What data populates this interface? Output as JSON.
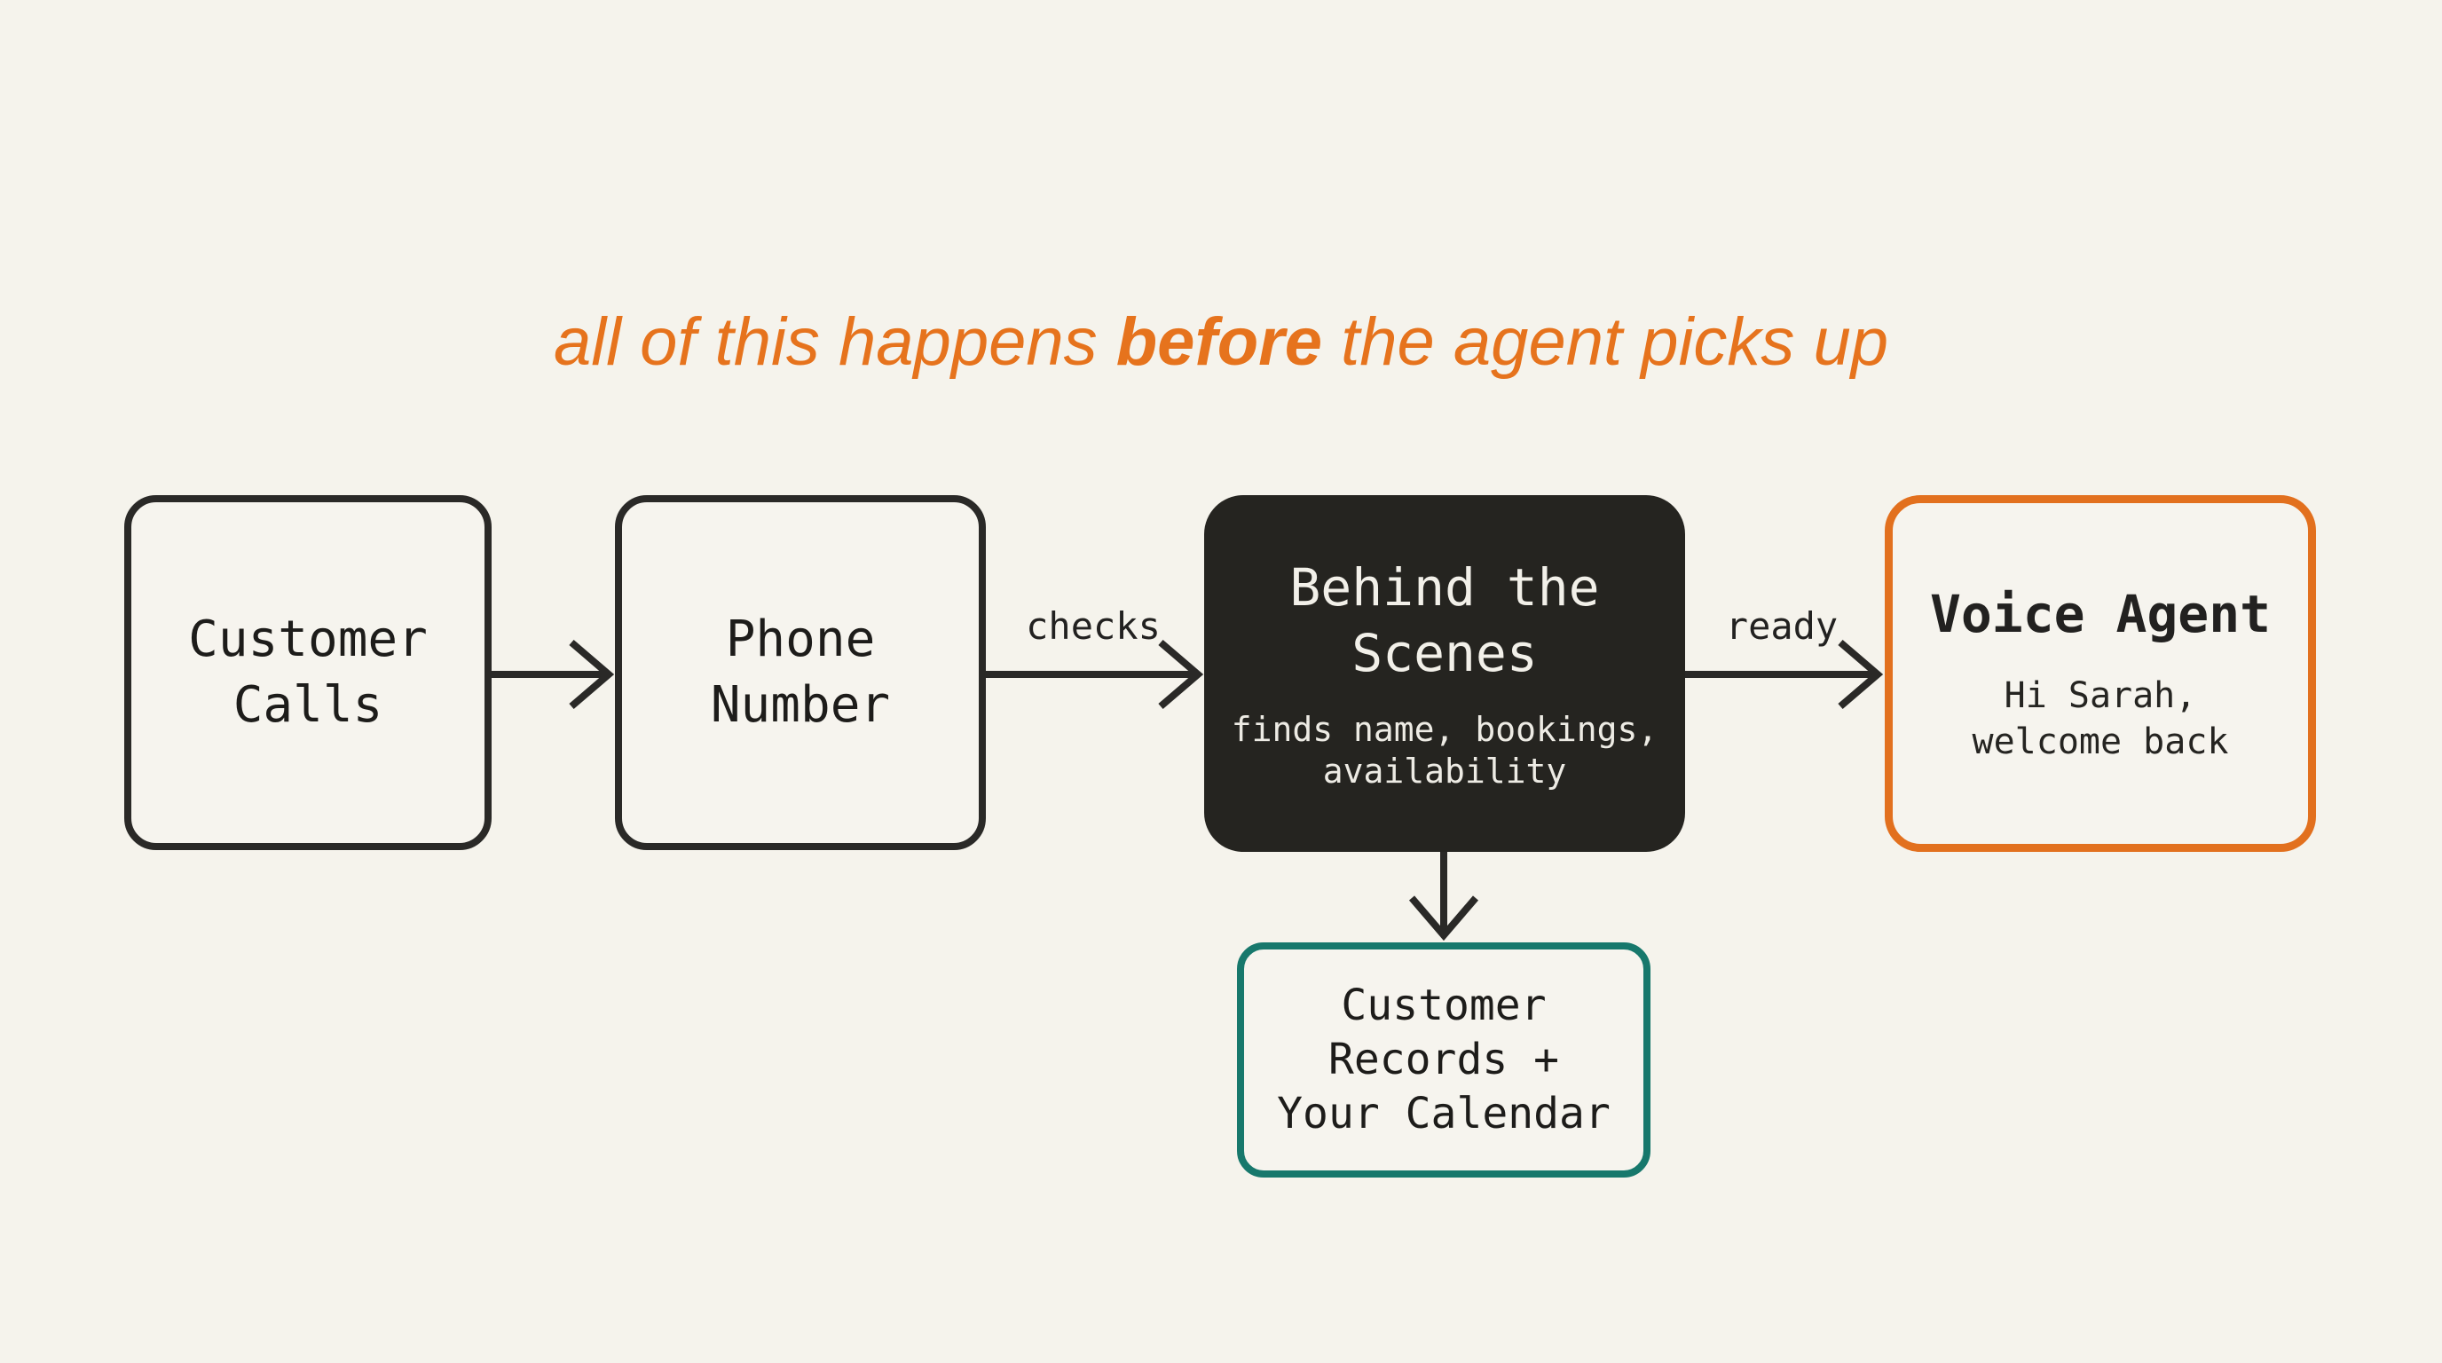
{
  "title": {
    "part1": "all of this happens ",
    "emphasis": "before",
    "part3": " the agent picks up"
  },
  "colors": {
    "background": "#F5F3EC",
    "ink": "#2A2927",
    "title_orange": "#E6731D",
    "voice_agent_border_orange": "#E2701E",
    "records_border_teal": "#17786C",
    "behind_scenes_fill_dark": "#252420",
    "light_text_on_dark": "#F2F0E9"
  },
  "nodes": {
    "customer_calls": {
      "label": "Customer\nCalls"
    },
    "phone_number": {
      "label": "Phone\nNumber"
    },
    "behind_the_scenes": {
      "title": "Behind the\nScenes",
      "subtitle": "finds name, bookings,\navailability"
    },
    "voice_agent": {
      "title": "Voice Agent",
      "subtitle": "Hi Sarah,\nwelcome back"
    },
    "customer_records": {
      "label": "Customer\nRecords +\nYour Calendar"
    }
  },
  "edges": {
    "checks_label": "checks",
    "ready_label": "ready"
  }
}
